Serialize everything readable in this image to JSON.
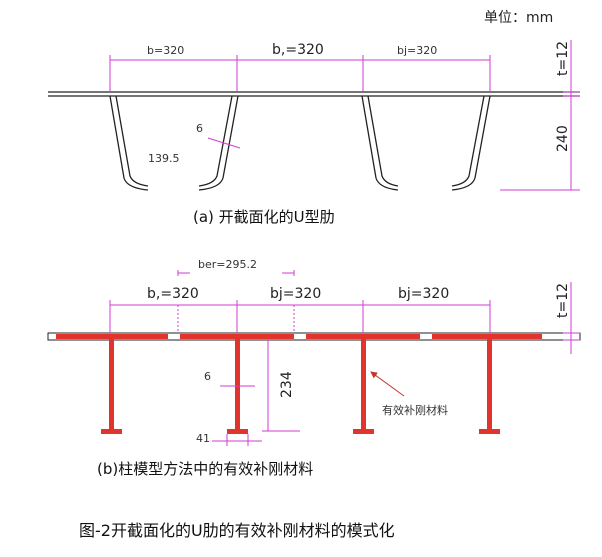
{
  "unit_label": "单位：mm",
  "diagram_a": {
    "caption": "(a)   开截面化的U型肋",
    "b_left": "b=320",
    "b_mid": "b,=320",
    "bj_right": "bj=320",
    "thickness_label": "t=12",
    "height_label": "240",
    "web_thickness": "6",
    "bottom_width": "139.5"
  },
  "diagram_b": {
    "caption": "(b)柱模型方法中的有效补刚材料",
    "ber": "ber=295.2",
    "b_left": "b,=320",
    "bj_mid": "bj=320",
    "bj_right": "bj=320",
    "thickness_label": "t=12",
    "height_label": "234",
    "web_thickness": "6",
    "flange_width": "41",
    "annotation": "有效补刚材料"
  },
  "figure_title": "图-2开截面化的U肋的有效补刚材料的模式化",
  "colors": {
    "dimension": "#d23bd2",
    "stiffener": "#e0342c",
    "line": "#222222"
  }
}
